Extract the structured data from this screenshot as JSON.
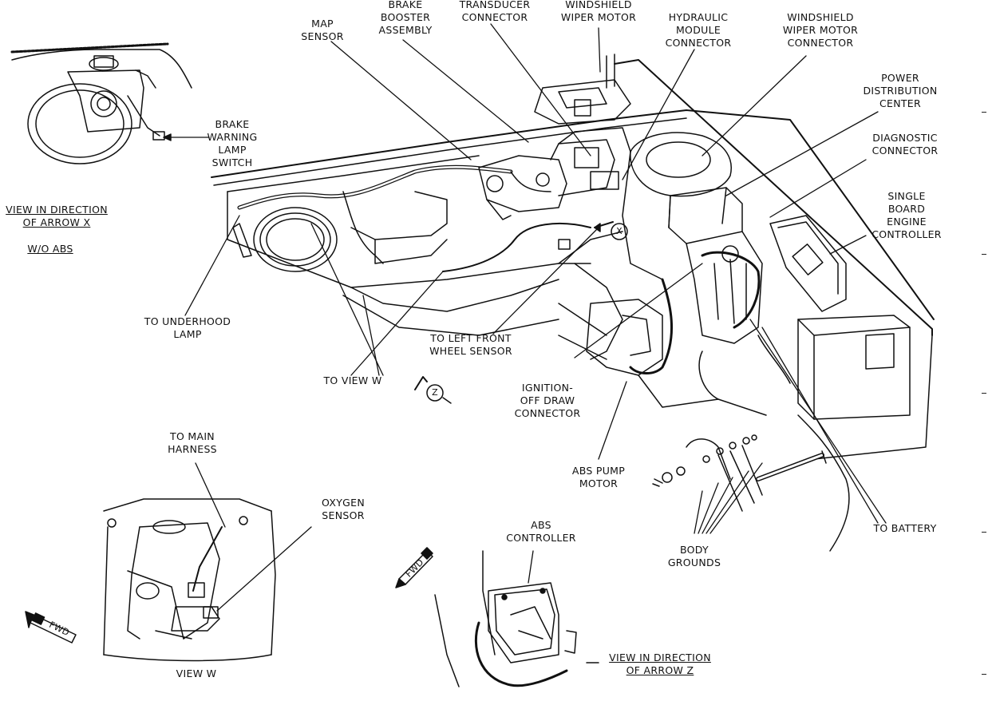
{
  "labels": {
    "brake_booster": [
      "BRAKE",
      "BOOSTER",
      "ASSEMBLY"
    ],
    "transducer": [
      "TRANSDUCER",
      "CONNECTOR"
    ],
    "windshield_wiper_motor": [
      "WINDSHIELD",
      "WIPER MOTOR"
    ],
    "map_sensor": [
      "MAP",
      "SENSOR"
    ],
    "hydraulic_module": [
      "HYDRAULIC",
      "MODULE",
      "CONNECTOR"
    ],
    "wiper_motor_connector": [
      "WINDSHIELD",
      "WIPER MOTOR",
      "CONNECTOR"
    ],
    "power_distribution": [
      "POWER",
      "DISTRIBUTION",
      "CENTER"
    ],
    "diagnostic": [
      "DIAGNOSTIC",
      "CONNECTOR"
    ],
    "sbec": [
      "SINGLE",
      "BOARD",
      "ENGINE",
      "CONTROLLER"
    ],
    "brake_warning": [
      "BRAKE",
      "WARNING",
      "LAMP",
      "SWITCH"
    ],
    "view_x": [
      "VIEW IN DIRECTION",
      "OF ARROW X"
    ],
    "wo_abs": "W/O ABS",
    "underhood_lamp": [
      "TO UNDERHOOD",
      "LAMP"
    ],
    "left_front_wheel": [
      "TO LEFT FRONT",
      "WHEEL SENSOR"
    ],
    "to_view_w": "TO VIEW W",
    "ignition_off": [
      "IGNITION-",
      "OFF DRAW",
      "CONNECTOR"
    ],
    "abs_pump": [
      "ABS PUMP",
      "MOTOR"
    ],
    "to_battery": "TO BATTERY",
    "body_grounds": [
      "BODY",
      "GROUNDS"
    ],
    "main_harness": [
      "TO MAIN",
      "HARNESS"
    ],
    "oxygen_sensor": [
      "OXYGEN",
      "SENSOR"
    ],
    "abs_controller": [
      "ABS",
      "CONTROLLER"
    ],
    "view_w": "VIEW W",
    "view_z": [
      "VIEW IN DIRECTION",
      "OF ARROW Z"
    ],
    "fwd": "FWD",
    "marker_x": "X",
    "marker_z": "Z"
  }
}
